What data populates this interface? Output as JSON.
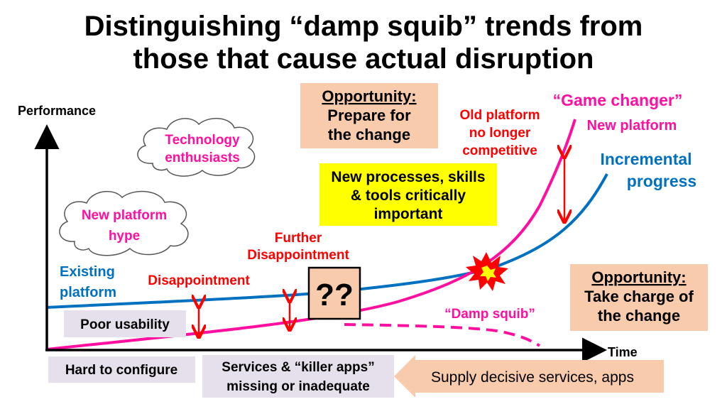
{
  "title": {
    "line1": "Distinguishing “damp squib” trends from",
    "line2": "those that cause actual disruption"
  },
  "axes": {
    "y_label": "Performance",
    "x_label": "Time"
  },
  "clouds": {
    "enthusiasts": [
      "Technology",
      "enthusiasts"
    ],
    "hype": [
      "New platform",
      "hype"
    ]
  },
  "opportunity_top": {
    "heading": "Opportunity:",
    "lines": [
      "Prepare for",
      "the change"
    ]
  },
  "old_platform": [
    "Old platform",
    "no longer",
    "competitive"
  ],
  "game_changer": {
    "label": "“Game changer”",
    "sub": "New platform"
  },
  "incremental": [
    "Incremental",
    "progress"
  ],
  "critical_box": [
    "New processes, skills",
    "& tools critically",
    "important"
  ],
  "further_disappointment": [
    "Further",
    "Disappointment"
  ],
  "disappointment": "Disappointment",
  "existing_platform": [
    "Existing",
    "platform"
  ],
  "question_box": "??",
  "damp_squib": "“Damp squib”",
  "opportunity_bottom": {
    "heading": "Opportunity:",
    "lines": [
      "Take charge of",
      "the change"
    ]
  },
  "poor_usability": "Poor usability",
  "hard_to_configure": "Hard to configure",
  "services_missing": [
    "Services & “killer apps”",
    "missing or inadequate"
  ],
  "supply_arrow": "Supply decisive services, apps",
  "colors": {
    "blue": "#0070c0",
    "magenta": "#ff0fa0",
    "red": "#ff0000",
    "peach": "#f8cbad",
    "lavender": "#e6e0ec",
    "yellow": "#ffff00"
  }
}
